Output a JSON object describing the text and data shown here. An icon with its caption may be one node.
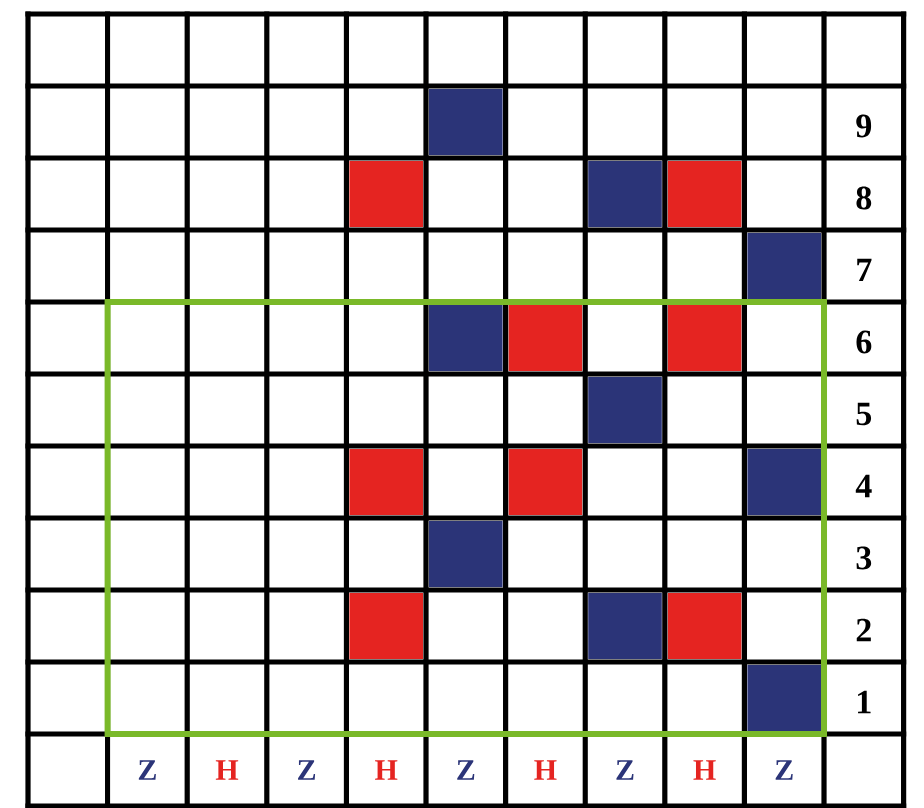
{
  "diagram": {
    "labels": [
      "9",
      "8",
      "7",
      "6",
      "5",
      "4",
      "3",
      "2",
      "1",
      "Z",
      "H",
      "Z",
      "H",
      "Z",
      "H",
      "Z",
      "H",
      "Z"
    ]
  }
}
